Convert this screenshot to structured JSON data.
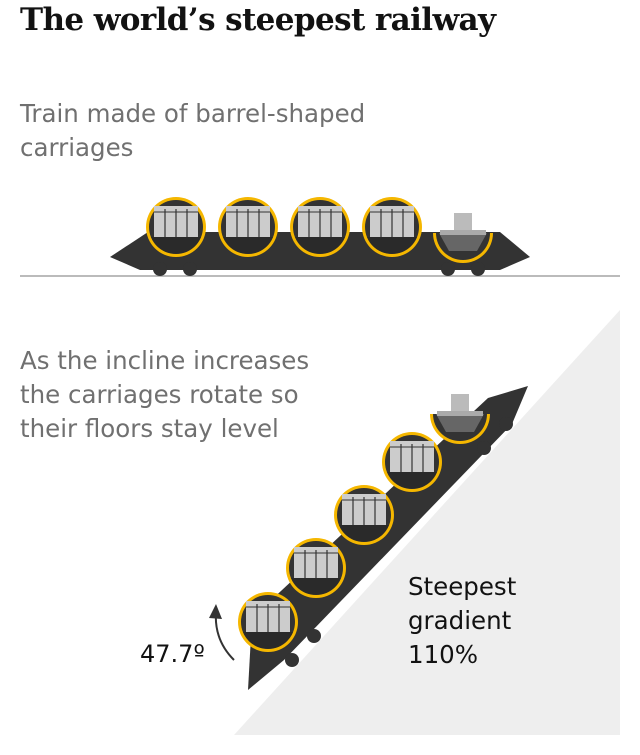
{
  "title": "The world’s steepest railway",
  "caption_flat": "Train made of barrel-shaped carriages",
  "caption_incline": "As the incline increases the carriages rotate so their floors stay level",
  "gradient": {
    "line1": "Steepest",
    "line2": "gradient",
    "line3": "110%"
  },
  "angle_label": "47.7º",
  "colors": {
    "carriage_ring": "#f5b700",
    "train_body": "#333333",
    "carriage_fill": "#cccccc",
    "slope_fill": "#eeeeee",
    "ground_line": "#bbbbbb"
  }
}
